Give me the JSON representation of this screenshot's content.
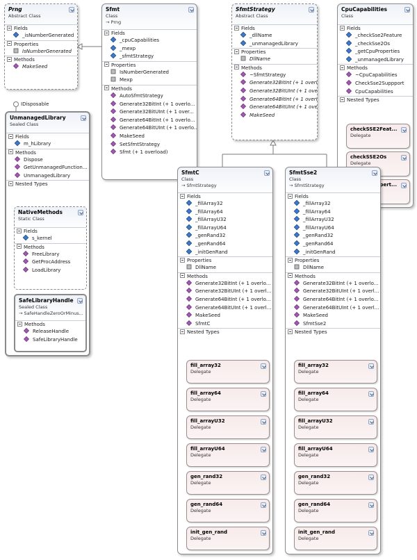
{
  "prng": {
    "title": "Prng",
    "stereo": "Abstract Class",
    "fields_label": "Fields",
    "fields": [
      "_isNumberGenerated"
    ],
    "properties_label": "Properties",
    "properties": [
      "IsNumberGenerated"
    ],
    "methods_label": "Methods",
    "methods": [
      "MakeSeed"
    ]
  },
  "sfmt": {
    "title": "Sfmt",
    "stereo": "Class",
    "base": "→ Prng",
    "fields_label": "Fields",
    "fields": [
      "_cpuCapabilities",
      "_mexp",
      "_sfmtStrategy"
    ],
    "properties_label": "Properties",
    "properties": [
      "IsNumberGenerated",
      "Mexp"
    ],
    "methods_label": "Methods",
    "methods": [
      "AutoSfmtStrategy",
      "Generate32BitInt (+ 1 overlo...",
      "Generate32BitUInt (+ 1 over...",
      "Generate64BitInt (+ 1 overlo...",
      "Generate64BitUInt (+ 1 overlo...",
      "MakeSeed",
      "SetSfmtStrategy",
      "Sfmt (+ 1 overload)"
    ]
  },
  "strategy": {
    "title": "SfmtStrategy",
    "stereo": "Abstract Class",
    "fields_label": "Fields",
    "fields": [
      "_dllName",
      "_unmanagedLibrary"
    ],
    "properties_label": "Properties",
    "properties": [
      "DllName"
    ],
    "methods_label": "Methods",
    "methods": [
      "~SfmtStrategy",
      "Generate32BitInt (+ 1 overl...",
      "Generate32BitUInt (+ 1 over...",
      "Generate64BitInt (+ 1 overl...",
      "Generate64BitUInt (+ 1 over...",
      "MakeSeed"
    ]
  },
  "cpucap": {
    "title": "CpuCapabilities",
    "stereo": "Class",
    "fields_label": "Fields",
    "fields": [
      "_checkSse2Feature",
      "_checkSse2Os",
      "_getCpuProperties",
      "_unmanagedLibrary"
    ],
    "methods_label": "Methods",
    "methods": [
      "~CpuCapabilities",
      "CheckSse2Suppport",
      "CpuCapabilities"
    ],
    "nested_label": "Nested Types",
    "nested": [
      {
        "title": "checkSSE2Feat...",
        "stereo": "Delegate"
      },
      {
        "title": "checkSSE2Os",
        "stereo": "Delegate"
      },
      {
        "title": "getCPUPropert...",
        "stereo": "Delegate"
      }
    ]
  },
  "unmanaged": {
    "iface": "IDisposable",
    "title": "UnmanagedLibrary",
    "stereo": "Sealed Class",
    "fields_label": "Fields",
    "fields": [
      "m_hLibrary"
    ],
    "methods_label": "Methods",
    "methods": [
      "Dispose",
      "GetUnmanagedFunction...",
      "UnmanagedLibrary"
    ],
    "nested_label": "Nested Types",
    "native": {
      "title": "NativeMethods",
      "stereo": "Static Class",
      "fields_label": "Fields",
      "fields": [
        "s_kernel"
      ],
      "methods_label": "Methods",
      "methods": [
        "FreeLibrary",
        "GetProcAddress",
        "LoadLibrary"
      ]
    },
    "safe": {
      "title": "SafeLibraryHandle",
      "stereo": "Sealed Class",
      "base": "→ SafeHandleZeroOrMinus...",
      "methods_label": "Methods",
      "methods": [
        "ReleaseHandle",
        "SafeLibraryHandle"
      ]
    }
  },
  "sfmtc": {
    "title": "SfmtC",
    "stereo": "Class",
    "base": "→ SfmtStrategy",
    "fields_label": "Fields",
    "fields": [
      "_fillArray32",
      "_fillArray64",
      "_fillArrayU32",
      "_fillArrayU64",
      "_genRand32",
      "_genRand64",
      "_initGenRand"
    ],
    "properties_label": "Properties",
    "properties": [
      "DllName"
    ],
    "methods_label": "Methods",
    "methods": [
      "Generate32BitInt (+ 1 overlo...",
      "Generate32BitUInt (+ 1 overl...",
      "Generate64BitInt (+ 1 overlo...",
      "Generate64BitUInt (+ 1 overl...",
      "MakeSeed",
      "SfmtC"
    ],
    "nested_label": "Nested Types",
    "nested": [
      {
        "title": "fill_array32",
        "stereo": "Delegate"
      },
      {
        "title": "fill_array64",
        "stereo": "Delegate"
      },
      {
        "title": "fill_arrayU32",
        "stereo": "Delegate"
      },
      {
        "title": "fill_arrayU64",
        "stereo": "Delegate"
      },
      {
        "title": "gen_rand32",
        "stereo": "Delegate"
      },
      {
        "title": "gen_rand64",
        "stereo": "Delegate"
      },
      {
        "title": "init_gen_rand",
        "stereo": "Delegate"
      }
    ]
  },
  "sfmtsse2": {
    "title": "SfmtSse2",
    "stereo": "Class",
    "base": "→ SfmtStrategy",
    "fields_label": "Fields",
    "fields": [
      "_fillArray32",
      "_fillArray64",
      "_fillArrayU32",
      "_fillArrayU64",
      "_genRand32",
      "_genRand64",
      "_initGenRand"
    ],
    "properties_label": "Properties",
    "properties": [
      "DllName"
    ],
    "methods_label": "Methods",
    "methods": [
      "Generate32BitInt (+ 1 overlo...",
      "Generate32BitUInt (+ 1 overl...",
      "Generate64BitInt (+ 1 overlo...",
      "Generate64BitUInt (+ 1 overl...",
      "MakeSeed",
      "SfmtSse2"
    ],
    "nested_label": "Nested Types",
    "nested": [
      {
        "title": "fill_array32",
        "stereo": "Delegate"
      },
      {
        "title": "fill_array64",
        "stereo": "Delegate"
      },
      {
        "title": "fill_arrayU32",
        "stereo": "Delegate"
      },
      {
        "title": "fill_arrayU64",
        "stereo": "Delegate"
      },
      {
        "title": "gen_rand32",
        "stereo": "Delegate"
      },
      {
        "title": "gen_rand64",
        "stereo": "Delegate"
      },
      {
        "title": "init_gen_rand",
        "stereo": "Delegate"
      }
    ]
  }
}
